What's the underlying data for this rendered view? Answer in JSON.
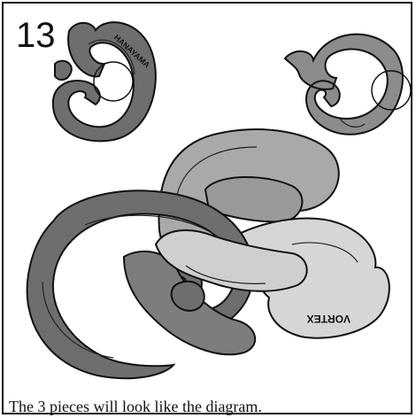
{
  "step": {
    "number": "13"
  },
  "caption": "The 3 pieces will look like the diagram.",
  "labels": {
    "brand_top": "HANAYAMA",
    "brand_bottom": "VORTEX"
  },
  "colors": {
    "dark_piece": "#6e6e6e",
    "mid_piece": "#8c8c8c",
    "light_piece": "#a9a9a9",
    "pale_piece": "#d6d6d6",
    "outline": "#111111"
  }
}
